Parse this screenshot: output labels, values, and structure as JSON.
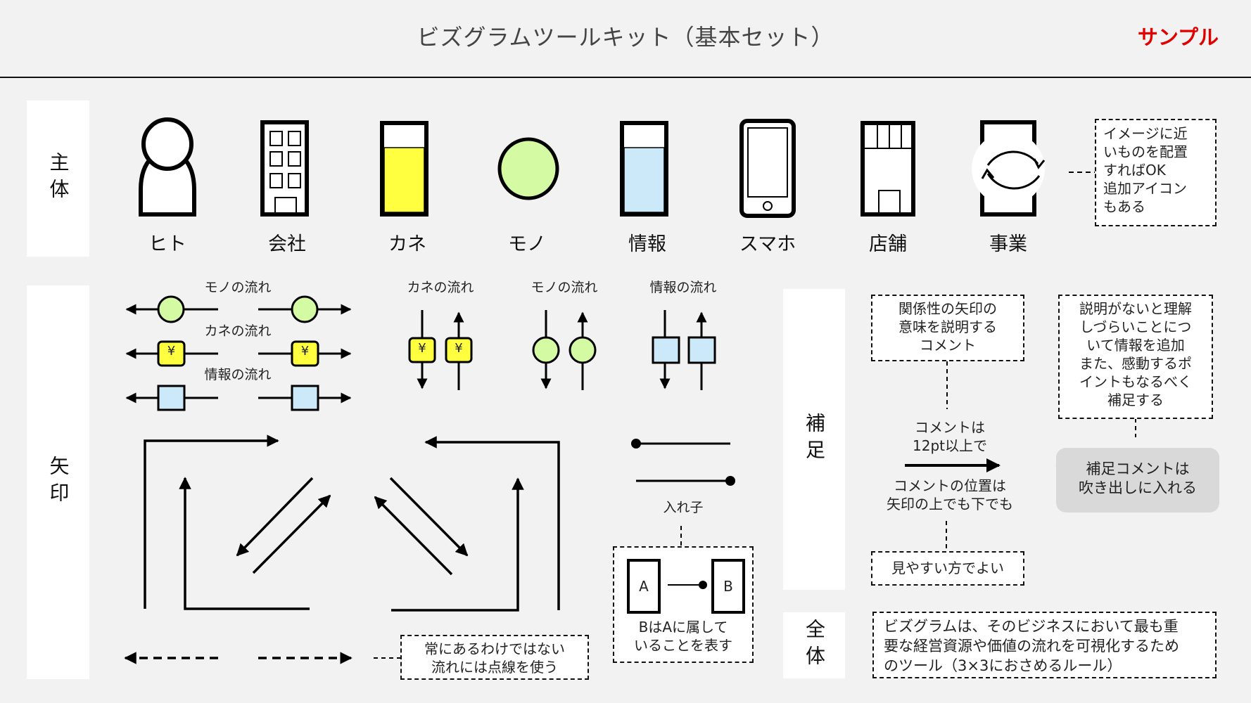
{
  "header": {
    "title": "ビズグラムツールキット（基本セット）",
    "badge": "サンプル"
  },
  "colors": {
    "yen_fill": "#ffff40",
    "thing_fill": "#d4fba4",
    "info_fill": "#cce9f9",
    "sample_red": "#e00000"
  },
  "sections": {
    "actors": {
      "label": "主体"
    },
    "arrows": {
      "label": "矢印"
    },
    "supplement": {
      "label": "補足"
    },
    "overall": {
      "label": "全体"
    }
  },
  "actors": [
    {
      "icon": "person-icon",
      "label": "ヒト"
    },
    {
      "icon": "company-building-icon",
      "label": "会社"
    },
    {
      "icon": "money-icon",
      "label": "カネ"
    },
    {
      "icon": "thing-circle-icon",
      "label": "モノ"
    },
    {
      "icon": "information-icon",
      "label": "情報"
    },
    {
      "icon": "smartphone-icon",
      "label": "スマホ"
    },
    {
      "icon": "store-icon",
      "label": "店舗"
    },
    {
      "icon": "business-cycle-icon",
      "label": "事業"
    }
  ],
  "actors_note": [
    "イメージに近",
    "いものを配置",
    "すればOK",
    "追加アイコン",
    "もある"
  ],
  "flows": {
    "horizontal": {
      "thing": "モノの流れ",
      "money": "カネの流れ",
      "info": "情報の流れ"
    },
    "vertical": {
      "money": "カネの流れ",
      "thing": "モノの流れ",
      "info": "情報の流れ"
    },
    "yen_symbol": "¥"
  },
  "nesting": {
    "label": "入れ子",
    "box_a": "A",
    "box_b": "B",
    "desc": [
      "BはAに属して",
      "いることを表す"
    ]
  },
  "dashed_note": [
    "常にあるわけではない",
    "流れには点線を使う"
  ],
  "supplement": {
    "top_note": [
      "関係性の矢印の",
      "意味を説明する",
      "コメント"
    ],
    "above_arrow": [
      "コメントは",
      "12pt以上で"
    ],
    "below_arrow": [
      "コメントの位置は",
      "矢印の上でも下でも"
    ],
    "bottom_note": "見やすい方でよい",
    "right_note": [
      "説明がないと理解",
      "しづらいことにつ",
      "いて情報を追加",
      "また、感動するポ",
      "イントもなるべく",
      "補足する"
    ],
    "bubble": [
      "補足コメントは",
      "吹き出しに入れる"
    ]
  },
  "overall_text": [
    "ビズグラムは、そのビジネスにおいて最も重",
    "要な経営資源や価値の流れを可視化するため",
    "のツール（3×3におさめるルール）"
  ]
}
